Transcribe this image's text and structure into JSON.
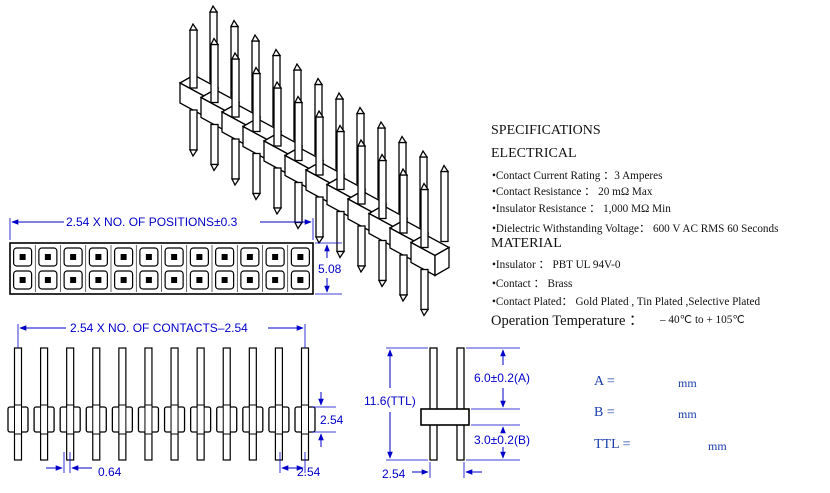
{
  "drawing": {
    "position_count": 12,
    "top_view_label": "2.54 X NO. OF POSITIONS±0.3",
    "top_view_height": "5.08",
    "front_view_label": "2.54 X NO. OF CONTACTS–2.54",
    "front_height": "2.54",
    "pin_width": "0.64",
    "pin_pitch": "2.54",
    "side_a": "6.0±0.2(A)",
    "side_b": "3.0±0.2(B)",
    "side_ttl": "11.6(TTL)",
    "side_width": "2.54"
  },
  "specs": {
    "title": "SPECIFICATIONS",
    "electrical": "ELECTRICAL",
    "e1": "•Contact Current Rating ：3 Amperes",
    "e2": "•Contact Resistance ： 20 mΩ Max",
    "e3": "•Insulator Resistance ： 1,000 MΩ Min",
    "e4": "•Dielectric Withstanding Voltage： 600 V AC RMS 60 Seconds",
    "material": "MATERIAL",
    "m1": "•Insulator ： PBT UL 94V-0",
    "m2": "•Contact ： Brass",
    "m3": "•Contact  Plated： Gold Plated , Tin Plated ,Selective Plated",
    "op": "Operation Temperature ：",
    "op_value": "– 40℃ to + 105℃"
  },
  "fields": {
    "a_label": "A =",
    "a_unit": "mm",
    "b_label": "B =",
    "b_unit": "mm",
    "ttl_label": "TTL =",
    "ttl_unit": "mm"
  },
  "colors": {
    "dimension": "#0000c8",
    "field": "#1a3fa8",
    "line": "#000000"
  }
}
